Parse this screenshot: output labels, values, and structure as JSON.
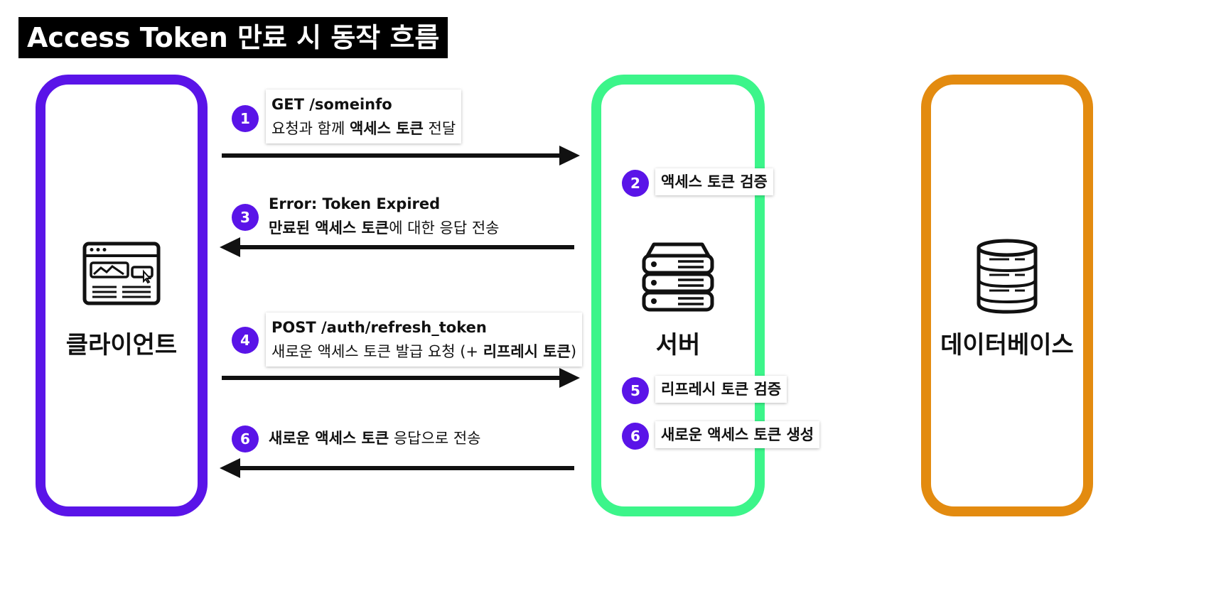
{
  "title": "Access Token 만료 시 동작 흐름",
  "colors": {
    "client": "#5a14e8",
    "server": "#3cf58a",
    "database": "#e38b10",
    "badge": "#5a14e8"
  },
  "actors": {
    "client": {
      "name": "클라이언트",
      "icon": "web-browser-icon"
    },
    "server": {
      "name": "서버",
      "icon": "server-stack-icon"
    },
    "database": {
      "name": "데이터베이스",
      "icon": "database-icon"
    }
  },
  "steps": [
    {
      "num": "1",
      "head": "GET /someinfo",
      "line_pre": "요청과 함께 ",
      "line_bold": "액세스 토큰",
      "line_post": " 전달",
      "direction": "client-to-server"
    },
    {
      "num": "2",
      "label": "액세스 토큰 검증"
    },
    {
      "num": "3",
      "head": "Error: Token Expired",
      "line_bold": "만료된 액세스 토큰",
      "line_post": "에 대한 응답 전송",
      "direction": "server-to-client"
    },
    {
      "num": "4",
      "head": "POST /auth/refresh_token",
      "line_pre": "새로운 액세스 토큰 발급 요청 (+ ",
      "line_bold": "리프레시 토큰",
      "line_post": ")",
      "direction": "client-to-server"
    },
    {
      "num": "5",
      "label": "리프레시 토큰 검증"
    },
    {
      "num": "6",
      "label": "새로운 액세스 토큰 생성"
    },
    {
      "num": "6",
      "line_bold": "새로운 액세스 토큰",
      "line_post": " 응답으로 전송",
      "direction": "server-to-client"
    }
  ]
}
